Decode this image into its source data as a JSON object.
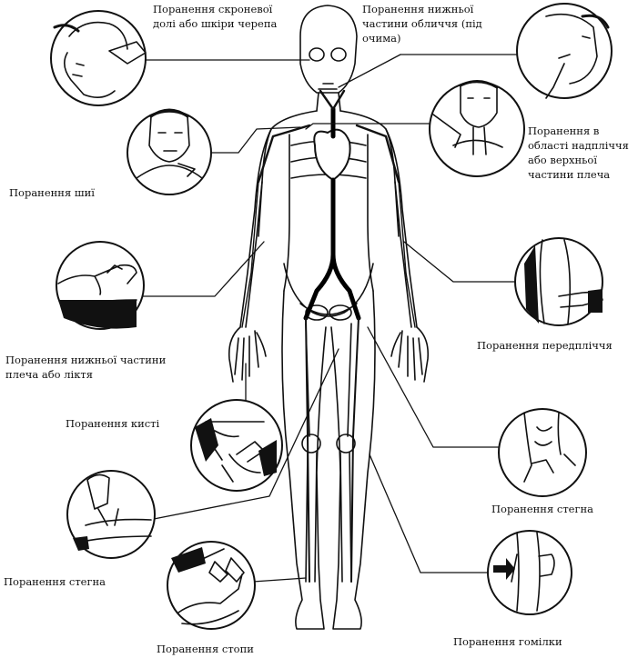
{
  "labels": {
    "temple": "Поранення скроневої\nдолі або шкіри черепа",
    "lower_face": "Поранення нижньої\nчастини обличчя (під\nочима)",
    "neck": "Поранення шиї",
    "collarbone": "Поранення в\nобласті надпліччя\nабо верхньої\nчастини плеча",
    "lower_arm": "Поранення нижньої частини\nплеча або ліктя",
    "forearm": "Поранення передпліччя",
    "hand": "Поранення кисті",
    "thigh_right": "Поранення стегна",
    "thigh_left": "Поранення стегна",
    "shin": "Поранення гомілки",
    "foot": "Поранення стопи"
  },
  "colors": {
    "ink": "#111111",
    "paper": "#ffffff",
    "artery": "#000000"
  }
}
